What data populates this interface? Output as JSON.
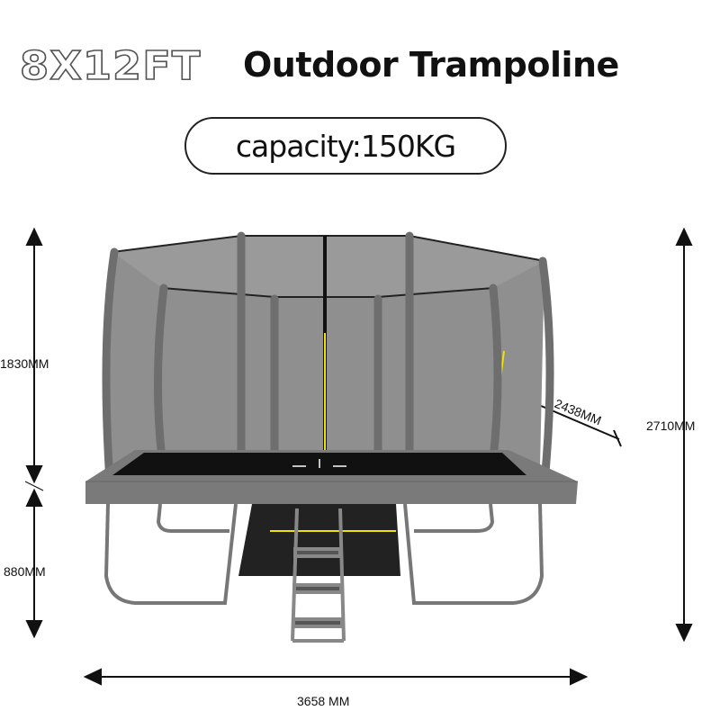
{
  "header": {
    "size": "8X12FT",
    "title": "Outdoor Trampoline",
    "capacity": "capacity:150KG"
  },
  "dimensions": {
    "net_height": "1830MM",
    "frame_height": "880MM",
    "total_height": "2710MM",
    "length": "3658 MM",
    "width": "2438MM"
  },
  "colors": {
    "net": "#8a8a8a",
    "pad": "#7a7a7a",
    "mat": "#111111",
    "accent": "#f2e200"
  }
}
